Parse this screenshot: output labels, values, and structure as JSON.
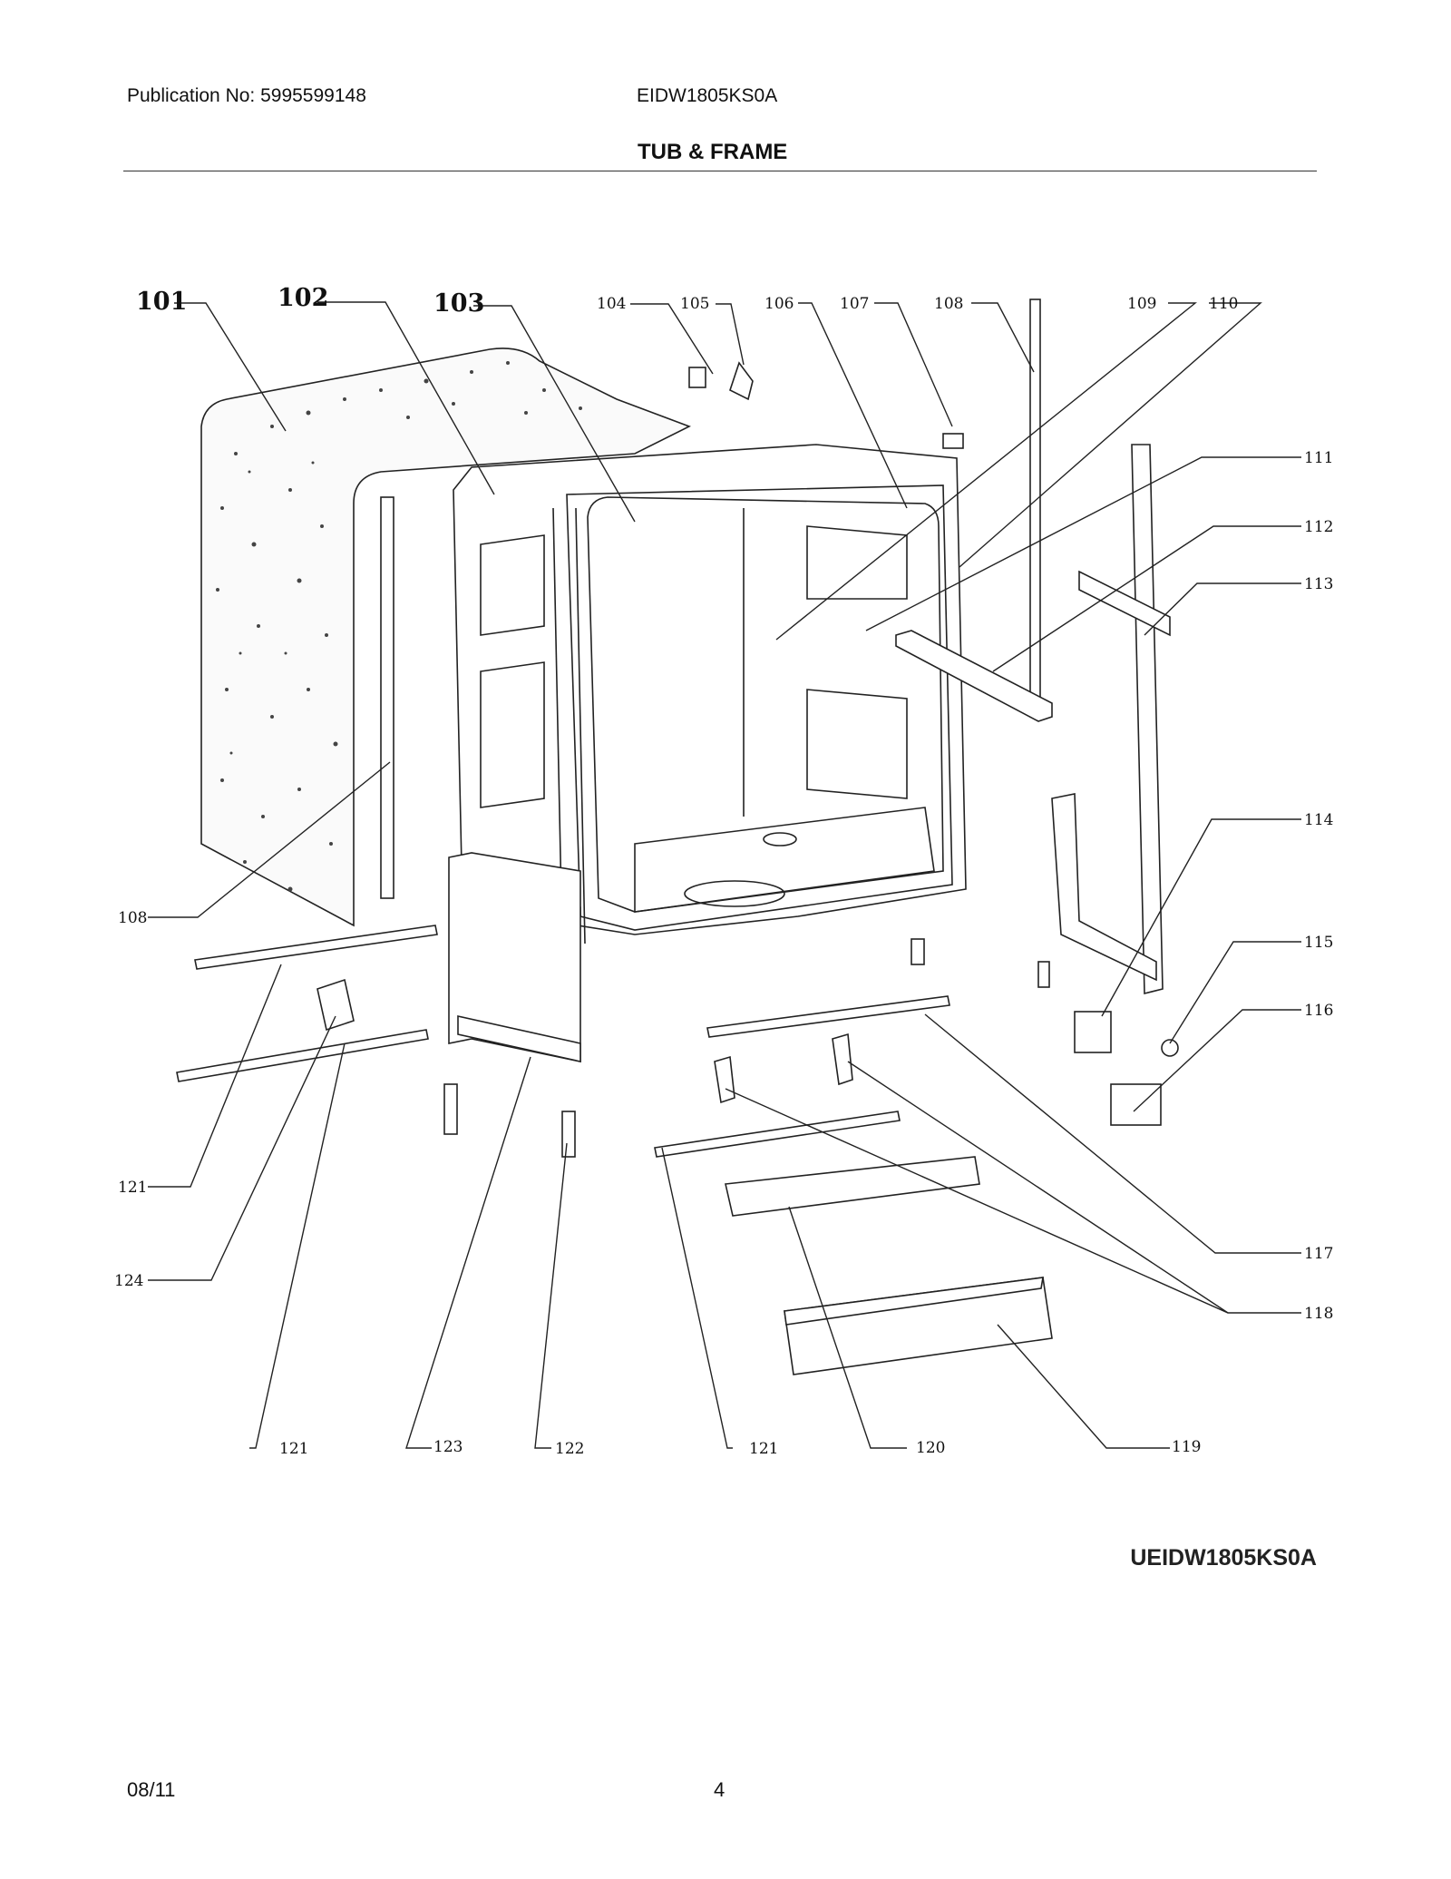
{
  "header": {
    "publication": "Publication No: 5995599148",
    "model": "EIDW1805KS0A",
    "section_title": "TUB & FRAME"
  },
  "diagram_code": "UEIDW1805KS0A",
  "footer": {
    "date": "08/11",
    "page": "4"
  },
  "callouts": {
    "c101": "101",
    "c102": "102",
    "c103": "103",
    "c104": "104",
    "c105": "105",
    "c106": "106",
    "c107": "107",
    "c108a": "108",
    "c109": "109",
    "c110": "110",
    "c111": "111",
    "c112": "112",
    "c113": "113",
    "c114": "114",
    "c115": "115",
    "c116": "116",
    "c117": "117",
    "c118": "118",
    "c108b": "108",
    "c121a": "121",
    "c124": "124",
    "c121b": "121",
    "c123": "123",
    "c122": "122",
    "c121c": "121",
    "c120": "120",
    "c119": "119"
  }
}
